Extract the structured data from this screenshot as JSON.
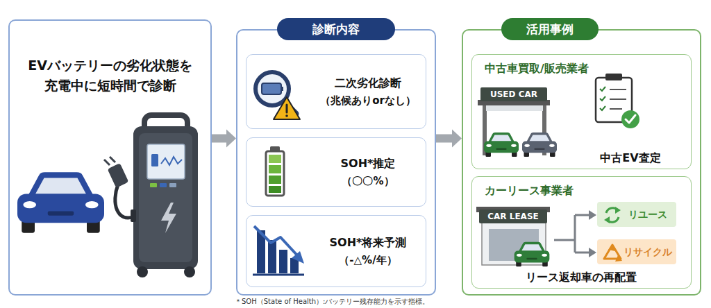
{
  "diagram": {
    "nodes": [
      {
        "text": [
          "EVバッテリーの劣化状態を 充電中に短時間で診断"
        ]
      },
      {
        "text": [
          "診断内容"
        ]
      },
      {
        "text": [
          "二次劣化診断",
          "（兆候ありorなし）"
        ],
        "in": 1
      },
      {
        "text": [
          "SOH*推定",
          "（〇〇%）"
        ],
        "in": 1
      },
      {
        "text": [
          "SOH*将来予測",
          "（-△%/年）"
        ],
        "in": 1
      },
      {
        "text": [
          "活用事例"
        ]
      },
      {
        "text": [
          "中古車買取/販売業者",
          "中古EV査定"
        ],
        "in": 5
      },
      {
        "text": [
          "カーリース事業者",
          "リース返却車の再配置"
        ],
        "in": 5
      },
      {
        "text": [
          "リユース"
        ],
        "in": 7
      },
      {
        "text": [
          "リサイクル"
        ],
        "in": 7
      }
    ],
    "edges": [
      {
        "from": 0,
        "to": 1,
        "arrow": "to"
      },
      {
        "from": 1,
        "to": 5,
        "arrow": "to"
      }
    ],
    "labels": [
      "USED CAR",
      "CAR LEASE",
      "＊SOH（State of Health）:バッテリー残存能力を示す指標。"
    ]
  }
}
